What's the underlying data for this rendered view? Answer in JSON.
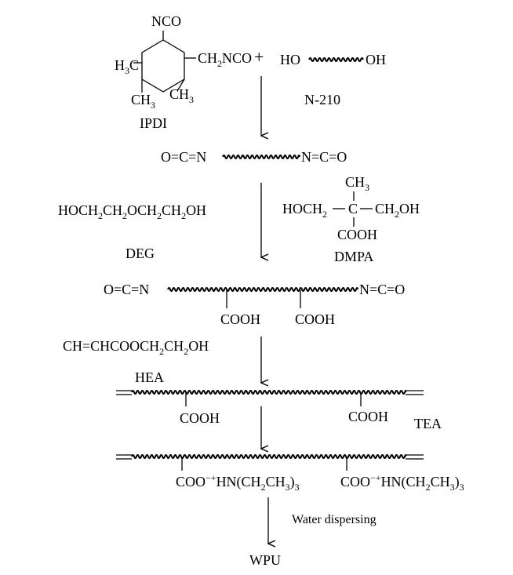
{
  "ipdi": {
    "nco_top": "NCO",
    "methyl_left": [
      "H",
      "3",
      "C"
    ],
    "ch2nco": [
      "CH",
      "2",
      "NCO"
    ],
    "methyl_bottom_a": [
      "CH",
      "3"
    ],
    "methyl_bottom_b": [
      "CH",
      "3"
    ],
    "name": "IPDI"
  },
  "plus_sign": "+",
  "polyol": {
    "ho": "HO",
    "oh": "OH",
    "name": "N-210"
  },
  "prepolymer1": {
    "left": "O=C=N",
    "right": "N=C=O"
  },
  "deg": {
    "formula": [
      "HOCH",
      "2",
      "CH",
      "2",
      "OCH",
      "2",
      "CH",
      "2",
      "OH"
    ],
    "name": "DEG"
  },
  "dmpa": {
    "methyl": [
      "CH",
      "3"
    ],
    "left": [
      "HOCH",
      "2"
    ],
    "center": "C",
    "right": [
      "CH",
      "2",
      "OH"
    ],
    "cooh": "COOH",
    "name": "DMPA"
  },
  "prepolymer2": {
    "left": "O=C=N",
    "right": "N=C=O",
    "pendant_1": "COOH",
    "pendant_2": "COOH"
  },
  "hea": {
    "formula": [
      "CH=CHCOOCH",
      "2",
      "CH",
      "2",
      "OH"
    ],
    "name": "HEA"
  },
  "capped_polymer": {
    "pendant_1": "COOH",
    "pendant_2": "COOH"
  },
  "tea": "TEA",
  "neutralized_polymer": {
    "salt_1": [
      "COO",
      "−+",
      "HN(CH",
      "2",
      "CH",
      "3",
      ")",
      "3"
    ],
    "salt_2": [
      "COO",
      "−+",
      "HN(CH",
      "2",
      "CH",
      "3",
      ")",
      "3"
    ]
  },
  "step_water_dispersing": "Water dispersing",
  "product": "WPU"
}
